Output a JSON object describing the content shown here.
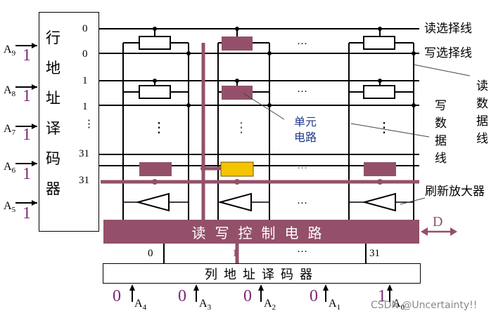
{
  "row_decoder": {
    "chars": [
      "行",
      "地",
      "址",
      "译",
      "码",
      "器"
    ]
  },
  "row_inputs": [
    {
      "addr": "A",
      "sub": "9",
      "bit": "1"
    },
    {
      "addr": "A",
      "sub": "8",
      "bit": "1"
    },
    {
      "addr": "A",
      "sub": "7",
      "bit": "1"
    },
    {
      "addr": "A",
      "sub": "6",
      "bit": "1"
    },
    {
      "addr": "A",
      "sub": "5",
      "bit": "1"
    }
  ],
  "row_numbers": [
    "0",
    "0",
    "1",
    "1",
    "⋮",
    "31",
    "31"
  ],
  "line_labels": {
    "read_select": "读选择线",
    "write_select": "写选择线",
    "read_data": [
      "读",
      "数",
      "据",
      "线"
    ],
    "write_data": [
      "写",
      "数",
      "据",
      "线"
    ],
    "refresh_amp": "刷新放大器",
    "unit_circuit": [
      "单元",
      "电路"
    ]
  },
  "ellipsis": "···",
  "vertical_dots": "⋮",
  "rw_control": "读写控制电路",
  "data_port": "D",
  "col_numbers": [
    "0",
    "1",
    "···",
    "31"
  ],
  "col_decoder": "列地址译码器",
  "col_inputs": [
    {
      "addr": "A",
      "sub": "4",
      "bit": "0"
    },
    {
      "addr": "A",
      "sub": "3",
      "bit": "0"
    },
    {
      "addr": "A",
      "sub": "2",
      "bit": "0"
    },
    {
      "addr": "A",
      "sub": "1",
      "bit": "0"
    },
    {
      "addr": "A",
      "sub": "0",
      "bit": "1"
    }
  ],
  "colors": {
    "accent": "#94506a",
    "selected_cell": "#f5c400",
    "bit": "#7b2a72",
    "unit_label": "#1e3a8a"
  },
  "watermark": "CSDN @Uncertainty!!"
}
